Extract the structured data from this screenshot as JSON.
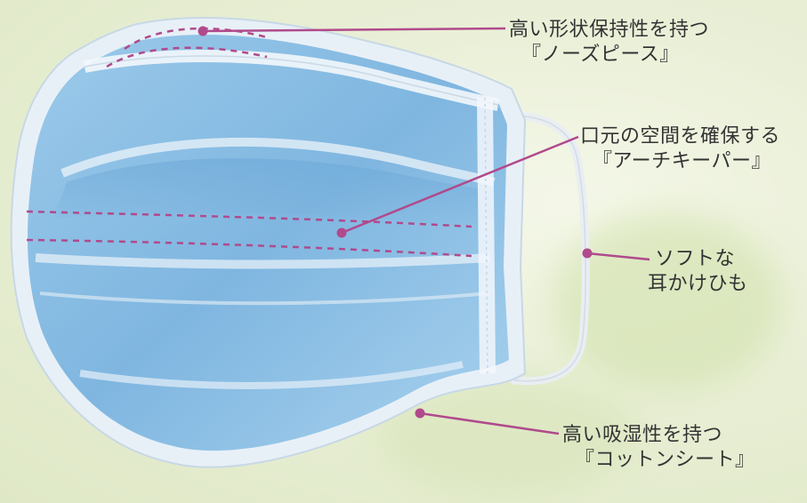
{
  "callouts": [
    {
      "id": "nose-piece",
      "line1": "高い形状保持性を持つ",
      "line2": "『ノーズピース』"
    },
    {
      "id": "arch-keeper",
      "line1": "口元の空間を確保する",
      "line2": "『アーチキーパー』"
    },
    {
      "id": "ear-loop",
      "line1": "ソフトな",
      "line2": "耳かけひも"
    },
    {
      "id": "cotton-sheet",
      "line1": "高い吸湿性を持つ",
      "line2": "『コットンシート』"
    }
  ],
  "colors": {
    "accent": "#b04a8c",
    "mask_blue": "#8fc0e6",
    "mask_edge": "#e4eef6",
    "ear_loop": "#e9eef3"
  }
}
